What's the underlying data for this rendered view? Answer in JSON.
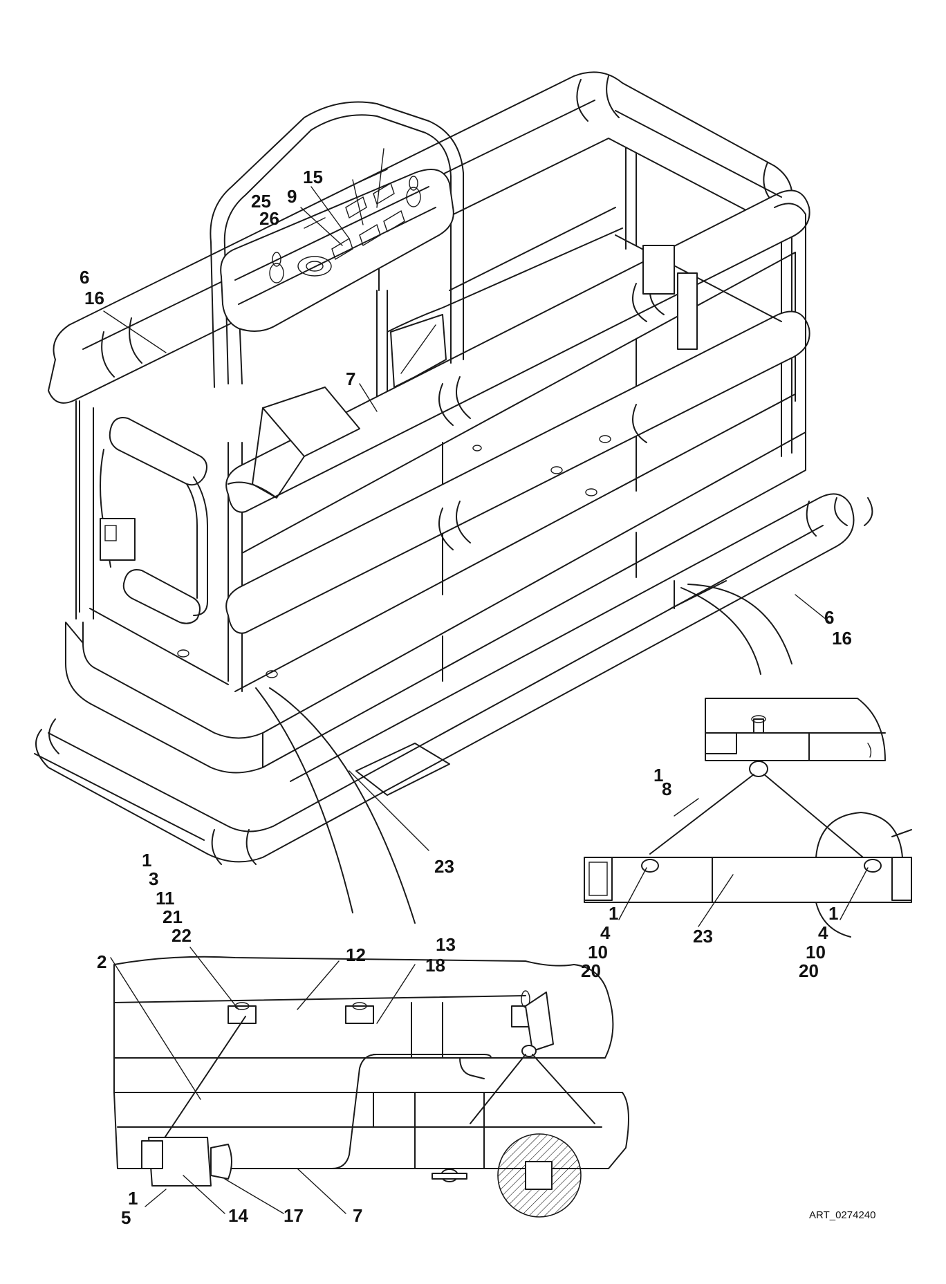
{
  "callouts": {
    "c15": "15",
    "c9": "9",
    "c25": "25",
    "c26": "26",
    "c6a": "6",
    "c16a": "16",
    "c7a": "7",
    "c6b": "6",
    "c16b": "16",
    "c1a": "1",
    "c8": "8",
    "c23a": "23",
    "c1b": "1",
    "c3": "3",
    "c11": "11",
    "c21": "21",
    "c22": "22",
    "c1c": "1",
    "c4a": "4",
    "c10a": "10",
    "c20a": "20",
    "c23b": "23",
    "c1d": "1",
    "c4b": "4",
    "c10b": "10",
    "c20b": "20",
    "c2": "2",
    "c12": "12",
    "c13": "13",
    "c18": "18",
    "c1e": "1",
    "c5": "5",
    "c14": "14",
    "c17": "17",
    "c7b": "7"
  },
  "art_number": "ART_0274240"
}
